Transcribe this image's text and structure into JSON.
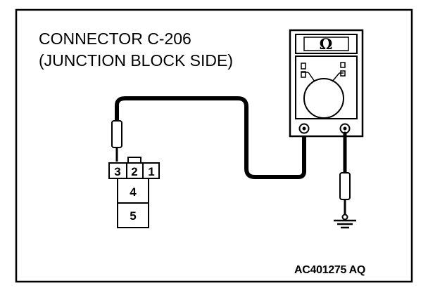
{
  "title": {
    "line1": "CONNECTOR C-206",
    "line2": "(JUNCTION BLOCK SIDE)"
  },
  "figure_id": "AC401275 AQ",
  "connector": {
    "pins_top": [
      "3",
      "2",
      "1"
    ],
    "pins_lower": [
      "4",
      "5"
    ]
  },
  "meter": {
    "display": "Ω"
  }
}
